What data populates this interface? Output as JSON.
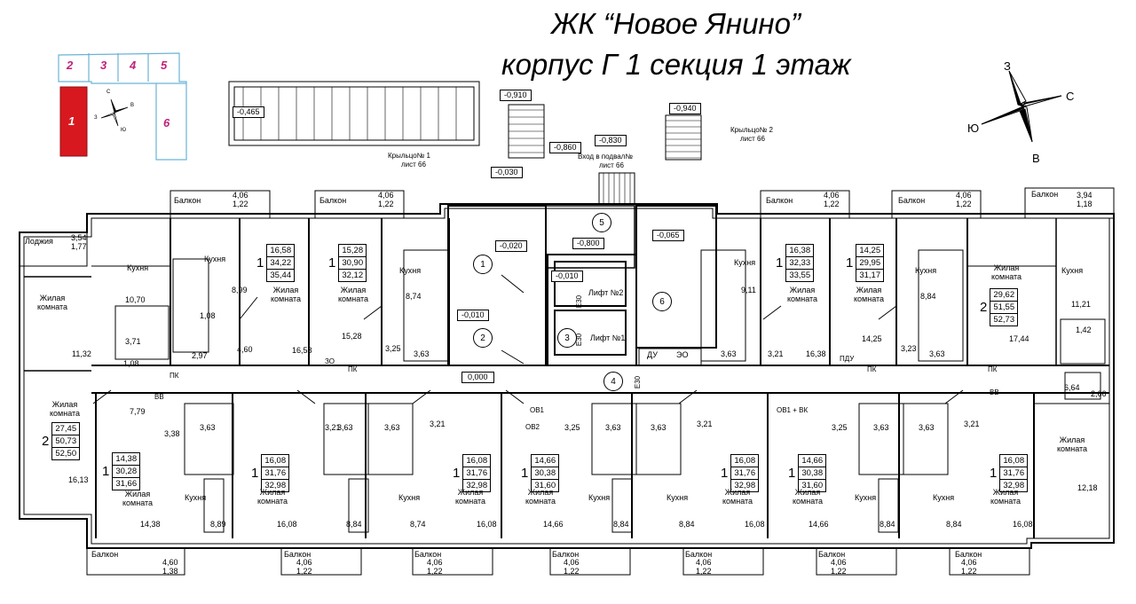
{
  "header": {
    "title": "ЖК “Новое Янино”",
    "subtitle": "корпус Г  1 секция 1 этаж"
  },
  "compass": {
    "n": "З",
    "e": "С",
    "s": "В",
    "w": "Ю"
  },
  "keyplan": {
    "sections": [
      "1",
      "2",
      "3",
      "4",
      "5",
      "6"
    ],
    "compass": {
      "n": "С",
      "e": "В",
      "s": "Ю",
      "w": "З"
    },
    "highlight_color": "#d7191f",
    "section_color": "#c0227a"
  },
  "levels": {
    "l1": "-0,465",
    "l2": "-0,910",
    "l3": "-0,940",
    "l4": "-0,860",
    "l5": "-0,830",
    "l6": "-0,030",
    "l7": "-0,020",
    "l8": "-0,800",
    "l9": "-0,065",
    "l10": "-0,010",
    "l11": "-0,010",
    "l12": "0,000"
  },
  "porch": {
    "p1a": "Крыльцо№ 1",
    "p1b": "лист 66",
    "p2a": "Крыльцо№ 2",
    "p2b": "лист 66",
    "basement_a": "Вход в подвал№",
    "basement_b": "лист 66"
  },
  "core": {
    "lift2": "Лифт №2",
    "lift1": "Лифт №1",
    "e30a": "E30",
    "e30b": "E30",
    "e30c": "E30",
    "du": "ДУ",
    "eo": "ЭО",
    "circles": [
      "1",
      "2",
      "3",
      "4",
      "5",
      "6"
    ]
  },
  "labels": {
    "balcony": "Балкон",
    "kitchen": "Кухня",
    "living1": "Жилая",
    "living2": "комната",
    "loggia": "Лоджия",
    "pk": "ПК",
    "zo": "ЗО",
    "pdu": "ПДУ",
    "vv": "ВВ",
    "ov1": "ОВ1",
    "ov2": "ОВ2",
    "ov1vk": "ОВ1 + ВК"
  },
  "balconies_top": [
    {
      "a": "4,06",
      "b": "1,22"
    },
    {
      "a": "4,06",
      "b": "1,22"
    },
    {
      "a": "4,06",
      "b": "1,22"
    },
    {
      "a": "4,06",
      "b": "1,22"
    },
    {
      "a": "3,94",
      "b": "1,18"
    }
  ],
  "loggia": {
    "a": "3,54",
    "b": "1,77"
  },
  "balconies_bottom": [
    {
      "a": "4,60",
      "b": "1,38"
    },
    {
      "a": "4,06",
      "b": "1,22"
    },
    {
      "a": "4,06",
      "b": "1,22"
    },
    {
      "a": "4,06",
      "b": "1,22"
    },
    {
      "a": "4,06",
      "b": "1,22"
    },
    {
      "a": "4,06",
      "b": "1,22"
    },
    {
      "a": "4,06",
      "b": "1,22"
    },
    {
      "a": "4,06",
      "b": "1,22"
    }
  ],
  "apartments": [
    {
      "rooms": "1",
      "v": [
        "16,58",
        "34,22",
        "35,44"
      ]
    },
    {
      "rooms": "1",
      "v": [
        "15,28",
        "30,90",
        "32,12"
      ]
    },
    {
      "rooms": "1",
      "v": [
        "16,38",
        "32,33",
        "33,55"
      ]
    },
    {
      "rooms": "1",
      "v": [
        "14,25",
        "29,95",
        "31,17"
      ]
    },
    {
      "rooms": "2",
      "v": [
        "29,62",
        "51,55",
        "52,73"
      ]
    },
    {
      "rooms": "2",
      "v": [
        "27,45",
        "50,73",
        "52,50"
      ]
    },
    {
      "rooms": "1",
      "v": [
        "14,38",
        "30,28",
        "31,66"
      ]
    },
    {
      "rooms": "1",
      "v": [
        "16,08",
        "31,76",
        "32,98"
      ]
    },
    {
      "rooms": "1",
      "v": [
        "16,08",
        "31,76",
        "32,98"
      ]
    },
    {
      "rooms": "1",
      "v": [
        "14,66",
        "30,38",
        "31,60"
      ]
    },
    {
      "rooms": "1",
      "v": [
        "16,08",
        "31,76",
        "32,98"
      ]
    },
    {
      "rooms": "1",
      "v": [
        "14,66",
        "30,38",
        "31,60"
      ]
    },
    {
      "rooms": "1",
      "v": [
        "16,08",
        "31,76",
        "32,98"
      ]
    }
  ],
  "areas": {
    "a01": "10,70",
    "a02": "8,99",
    "a03": "1,08",
    "a04": "3,71",
    "a05": "1,08",
    "a06": "2,97",
    "a07": "11,32",
    "a08": "4,60",
    "a09": "16,58",
    "a10": "8,74",
    "a11": "15,28",
    "a12": "3,25",
    "a13": "3,63",
    "a14": "9,11",
    "a15": "3,63",
    "a16": "3,21",
    "a17": "16,38",
    "a18": "8,84",
    "a19": "14,25",
    "a20": "3,23",
    "a21": "3,63",
    "a22": "11,21",
    "a23": "1,42",
    "a24": "17,44",
    "a25": "6,64",
    "a26": "2,66",
    "a27": "7,79",
    "a28": "3,38",
    "a29": "3,63",
    "a30": "3,21",
    "a31": "3,63",
    "a32": "3,63",
    "a33": "3,21",
    "a34": "3,25",
    "a35": "3,63",
    "a36": "3,63",
    "a37": "3,21",
    "a38": "3,25",
    "a39": "3,63",
    "a40": "3,63",
    "a41": "3,21",
    "a42": "12,18",
    "a43": "16,13",
    "a44": "14,38",
    "a45": "8,89",
    "a46": "16,08",
    "a47": "8,84",
    "a48": "8,74",
    "a49": "16,08",
    "a50": "14,66",
    "a51": "8,84",
    "a52": "8,84",
    "a53": "16,08",
    "a54": "14,66",
    "a55": "8,84",
    "a56": "8,84",
    "a57": "16,08"
  }
}
